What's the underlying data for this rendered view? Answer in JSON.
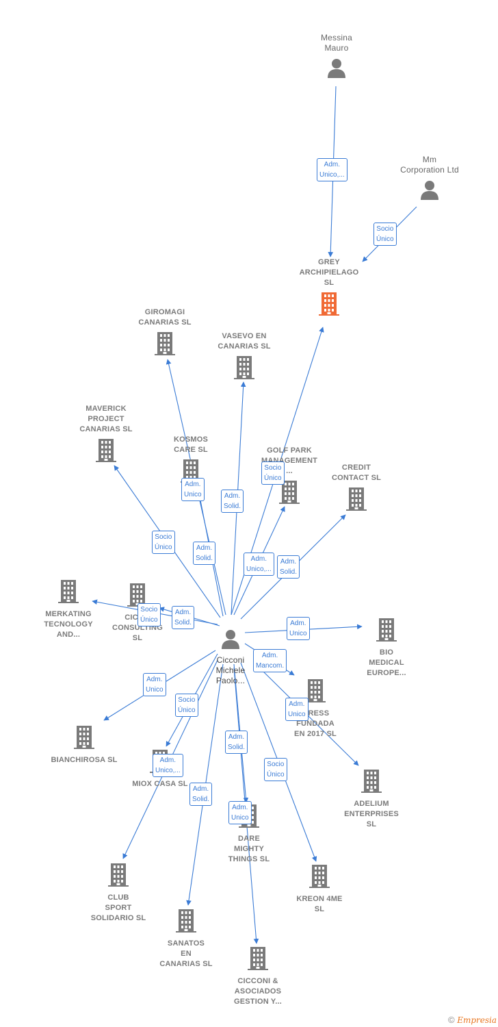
{
  "colors": {
    "edge": "#3a7bd5",
    "company": "#7a7a7a",
    "focus_company": "#f06a35",
    "person": "#7a7a7a"
  },
  "nodes": [
    {
      "id": "messina",
      "kind": "person",
      "label": "Messina\nMauro"
    },
    {
      "id": "mm",
      "kind": "person",
      "label": "Mm\nCorporation Ltd"
    },
    {
      "id": "grey",
      "kind": "focus",
      "label": "GREY\nARCHIPIELAGO\nSL"
    },
    {
      "id": "giromagi",
      "kind": "company",
      "label": "GIROMAGI\nCANARIAS  SL"
    },
    {
      "id": "vasevo",
      "kind": "company",
      "label": "VASEVO EN\nCANARIAS  SL"
    },
    {
      "id": "maverick",
      "kind": "company",
      "label": "MAVERICK\nPROJECT\nCANARIAS  SL"
    },
    {
      "id": "kosmos",
      "kind": "company",
      "label": "KOSMOS\nCARE  SL"
    },
    {
      "id": "golf",
      "kind": "company",
      "label": "GOLF PARK\nMANAGEMENT\n..."
    },
    {
      "id": "credit",
      "kind": "company",
      "label": "CREDIT\nCONTACT  SL"
    },
    {
      "id": "merkating",
      "kind": "company",
      "label": "MERKATING\nTECNOLOGY\nAND..."
    },
    {
      "id": "cicconsult",
      "kind": "company",
      "label": "CICC...\nCONSULTING\nSL"
    },
    {
      "id": "bio",
      "kind": "company",
      "label": "BIO\nMEDICAL\nEUROPE..."
    },
    {
      "id": "express",
      "kind": "company",
      "label": "...RESS\nFUNDADA\nEN 2017  SL"
    },
    {
      "id": "bianchirosa",
      "kind": "company",
      "label": "BIANCHIROSA SL"
    },
    {
      "id": "miox",
      "kind": "company",
      "label": "MIOX CASA  SL"
    },
    {
      "id": "adelium",
      "kind": "company",
      "label": "ADELIUM\nENTERPRISES\nSL"
    },
    {
      "id": "dare",
      "kind": "company",
      "label": "DARE\nMIGHTY\nTHINGS  SL"
    },
    {
      "id": "kreon",
      "kind": "company",
      "label": "KREON 4ME\nSL"
    },
    {
      "id": "club",
      "kind": "company",
      "label": "CLUB\nSPORT\nSOLIDARIO  SL"
    },
    {
      "id": "sanatos",
      "kind": "company",
      "label": "SANATOS\nEN\nCANARIAS  SL"
    },
    {
      "id": "cicconi_asoc",
      "kind": "company",
      "label": "CICCONI &\nASOCIADOS\nGESTION Y..."
    },
    {
      "id": "center",
      "kind": "center",
      "label": "Cicconi\nMichele\nPaolo..."
    }
  ],
  "edges": [
    {
      "from": "messina",
      "to": "grey",
      "label": "Adm.\nUnico,..."
    },
    {
      "from": "mm",
      "to": "grey",
      "label": "Socio\nÚnico"
    },
    {
      "from": "center",
      "to": "grey",
      "label": "Socio\nÚnico"
    },
    {
      "from": "center",
      "to": "giromagi",
      "label": "Adm.\nUnico"
    },
    {
      "from": "center",
      "to": "vasevo",
      "label": "Adm.\nSolid."
    },
    {
      "from": "center",
      "to": "maverick",
      "label": "Socio\nÚnico"
    },
    {
      "from": "center",
      "to": "kosmos",
      "label": "Adm.\nSolid."
    },
    {
      "from": "center",
      "to": "golf",
      "label": "Adm.\nUnico,..."
    },
    {
      "from": "center",
      "to": "credit",
      "label": "Adm.\nSolid."
    },
    {
      "from": "center",
      "to": "merkating",
      "label": "Socio\nÚnico"
    },
    {
      "from": "center",
      "to": "cicconsult",
      "label": "Adm.\nSolid."
    },
    {
      "from": "center",
      "to": "bio",
      "label": "Adm.\nUnico"
    },
    {
      "from": "center",
      "to": "express",
      "label": "Adm.\nMancom."
    },
    {
      "from": "center",
      "to": "adelium",
      "label": "Adm.\nUnico"
    },
    {
      "from": "center",
      "to": "bianchirosa",
      "label": "Adm.\nUnico"
    },
    {
      "from": "center",
      "to": "miox",
      "label": "Socio\nÚnico"
    },
    {
      "from": "center",
      "to": "club",
      "label": "Adm.\nUnico,..."
    },
    {
      "from": "center",
      "to": "dare",
      "label": "Adm.\nSolid."
    },
    {
      "from": "center",
      "to": "cicconi_asoc",
      "label": "Adm.\nUnico"
    },
    {
      "from": "center",
      "to": "sanatos",
      "label": "Adm.\nSolid."
    },
    {
      "from": "center",
      "to": "kreon",
      "label": "Socio\nÚnico"
    }
  ],
  "footer": {
    "copyright": "©",
    "brand": "Empresia"
  }
}
